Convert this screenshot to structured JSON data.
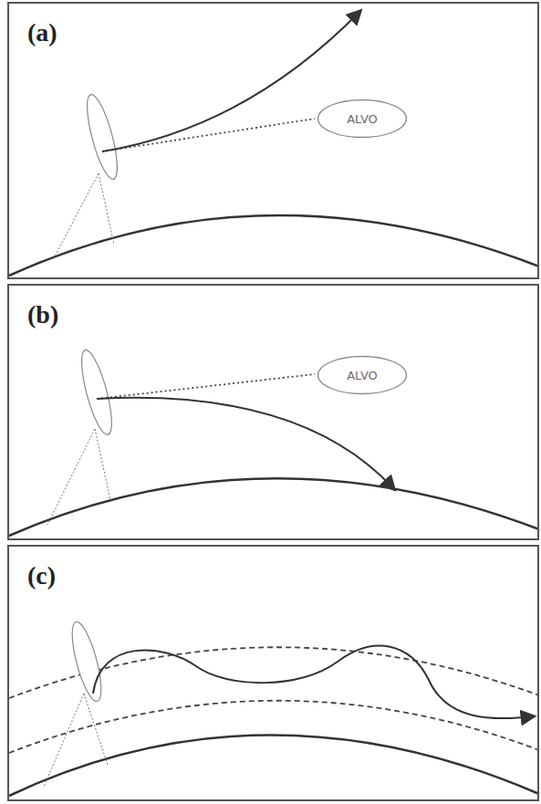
{
  "diagram": {
    "nodes": [
      {
        "text": [
          "(a)"
        ]
      },
      {
        "text": [
          "ALVO"
        ],
        "in": 0
      },
      {
        "text": [
          "(b)"
        ]
      },
      {
        "text": [
          "ALVO"
        ],
        "in": 2
      },
      {
        "text": [
          "(c)"
        ]
      }
    ]
  }
}
